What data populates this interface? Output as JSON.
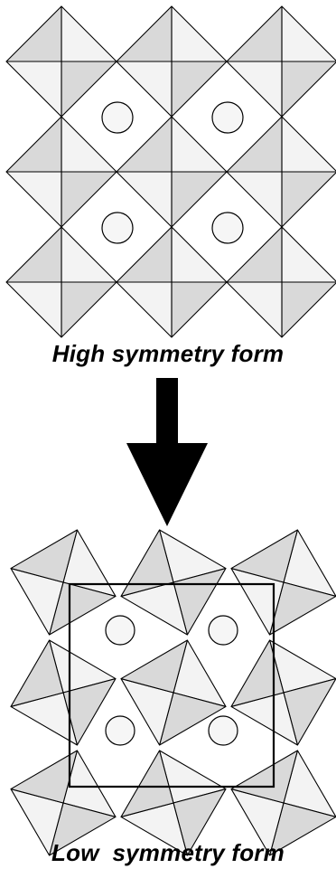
{
  "captions": {
    "high": "High symmetry form",
    "low": "Low  symmetry form"
  },
  "colors": {
    "face_light": "#f3f3f3",
    "face_mid": "#d9d9d9",
    "face_dark": "#bdbdbd",
    "edge": "#000000",
    "cation_fill": "#f6f6f6",
    "arrow": "#000000"
  },
  "structure": {
    "high_form": {
      "octahedra_columns": 3,
      "octahedra_rows": 3,
      "cations": 4
    },
    "low_form": {
      "cations": 4,
      "unit_cell_outline": true
    }
  },
  "arrow_direction": "down"
}
